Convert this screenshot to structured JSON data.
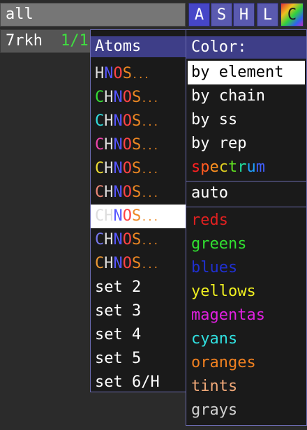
{
  "object_panel": {
    "all_label": "all",
    "object_name": "7rkh",
    "object_state": "1/1",
    "buttons": [
      "A",
      "S",
      "H",
      "L",
      "C"
    ]
  },
  "atoms_menu": {
    "title": "Atoms",
    "element_rows": [
      {
        "prefix": " ",
        "c_color": "#ffffff",
        "selected": false
      },
      {
        "prefix": "C",
        "c_color": "#33dd33",
        "selected": false
      },
      {
        "prefix": "C",
        "c_color": "#33dddd",
        "selected": false
      },
      {
        "prefix": "C",
        "c_color": "#ee44aa",
        "selected": false
      },
      {
        "prefix": "C",
        "c_color": "#eedd33",
        "selected": false
      },
      {
        "prefix": "C",
        "c_color": "#ee8877",
        "selected": false
      },
      {
        "prefix": "C",
        "c_color": "#dddddd",
        "selected": true
      },
      {
        "prefix": "C",
        "c_color": "#7777ee",
        "selected": false
      },
      {
        "prefix": "C",
        "c_color": "#ee9933",
        "selected": false
      }
    ],
    "element_text": "HNOS...",
    "element_colors": {
      "H": "#dddddd",
      "N": "#5555ff",
      "O": "#ff4444",
      "S": "#ee8822",
      "dots": "#ee8822"
    },
    "set_items": [
      "set 2",
      "set 3",
      "set 4",
      "set 5",
      "set 6/H"
    ]
  },
  "color_menu": {
    "title": "Color:",
    "scheme_items": [
      "by element",
      "by chain",
      "by ss",
      "by rep"
    ],
    "spectrum_label": "spectrum",
    "spectrum_colors": [
      "#ff2020",
      "#ff5a20",
      "#ff9020",
      "#e0d020",
      "#60e020",
      "#20e0a0",
      "#20a0ff",
      "#4060ff",
      "#8040ff",
      "#b0b0b0",
      "#b0b0b0",
      "#b0b0b0"
    ],
    "auto_label": "auto",
    "color_groups": [
      {
        "label": "reds",
        "color": "#e02020"
      },
      {
        "label": "greens",
        "color": "#30e030"
      },
      {
        "label": "blues",
        "color": "#2030d0"
      },
      {
        "label": "yellows",
        "color": "#f0f020"
      },
      {
        "label": "magentas",
        "color": "#e020e0"
      },
      {
        "label": "cyans",
        "color": "#30e0e0"
      },
      {
        "label": "oranges",
        "color": "#f08020"
      },
      {
        "label": "tints",
        "color": "#f0a878"
      },
      {
        "label": "grays",
        "color": "#d0d0d0"
      }
    ]
  }
}
